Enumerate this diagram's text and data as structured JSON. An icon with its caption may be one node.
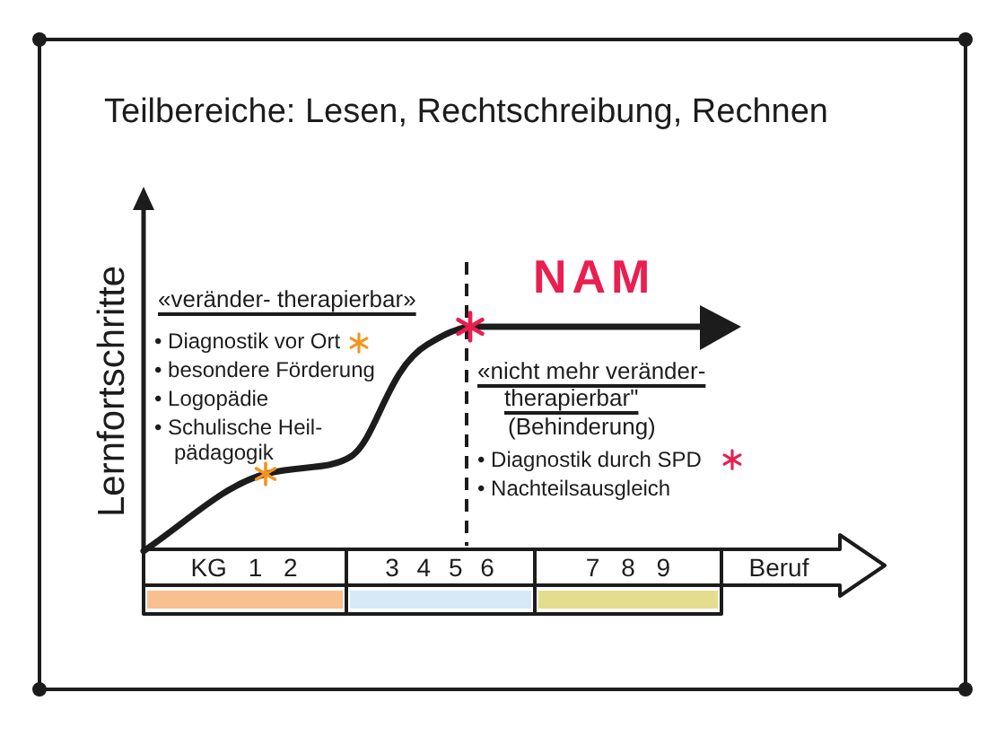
{
  "diagram": {
    "title": "Teilbereiche: Lesen, Rechtschreibung, Rechnen",
    "labels": [
      "Lernfortschritte",
      "«veränder- therapierbar»",
      "• Diagnostik vor Ort",
      "• besondere Förderung",
      "• Logopädie",
      "• Schulische Heil- pädagogik",
      "NAM",
      "«nicht mehr veränder- therapierbar\"",
      "(Behinderung)",
      "• Diagnostik durch SPD",
      "• Nachteilsausgleich",
      "KG 1 2",
      "3 4 5 6",
      "7 8 9",
      "Beruf"
    ]
  }
}
